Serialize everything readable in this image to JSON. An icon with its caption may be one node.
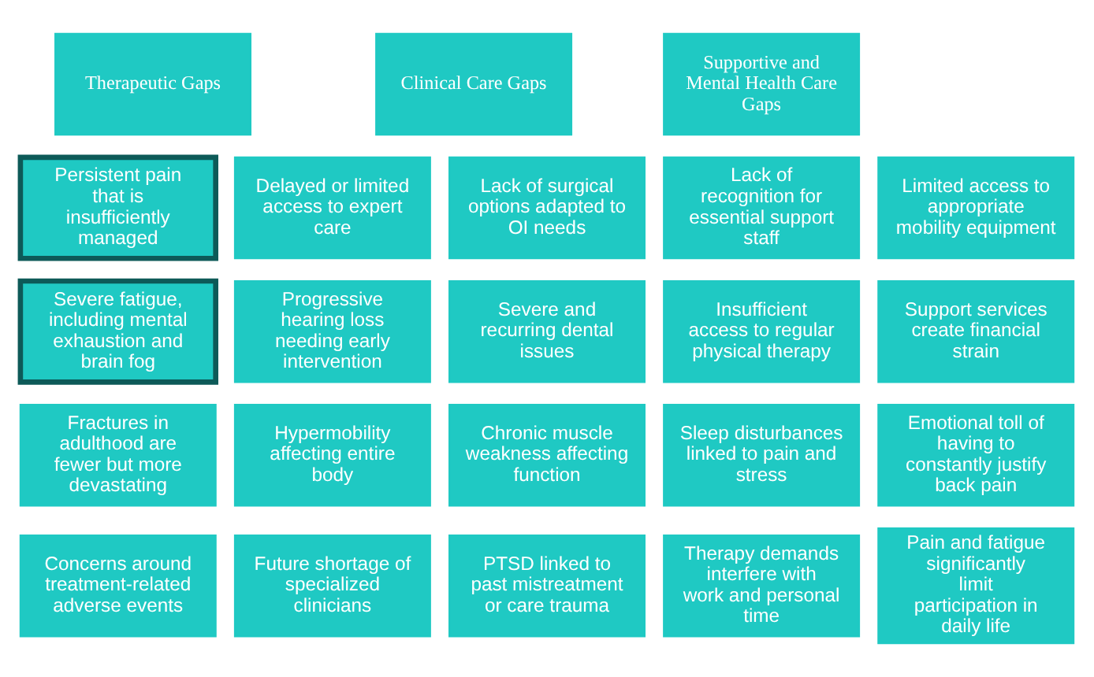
{
  "diagram": {
    "nodes": [
      {
        "text": [
          "Therapeutic Gaps"
        ]
      },
      {
        "text": [
          "Clinical Care Gaps"
        ]
      },
      {
        "text": [
          "Supportive and Mental Health Care Gaps"
        ]
      },
      {
        "text": [
          "Persistent pain that is insufficiently managed"
        ]
      },
      {
        "text": [
          "Delayed or limited access to expert care"
        ]
      },
      {
        "text": [
          "Lack of surgical options adapted to OI needs"
        ]
      },
      {
        "text": [
          "Lack of recognition for essential support staff"
        ]
      },
      {
        "text": [
          "Limited access to appropriate mobility equipment"
        ]
      },
      {
        "text": [
          "Severe fatigue, including mental exhaustion and brain fog"
        ]
      },
      {
        "text": [
          "Progressive hearing loss needing early intervention"
        ]
      },
      {
        "text": [
          "Severe and recurring dental issues"
        ]
      },
      {
        "text": [
          "Insufficient access to regular physical therapy"
        ]
      },
      {
        "text": [
          "Support services create financial strain"
        ]
      },
      {
        "text": [
          "Fractures in adulthood are fewer but more devastating"
        ]
      },
      {
        "text": [
          "Hypermobility affecting entire body"
        ]
      },
      {
        "text": [
          "Chronic muscle weakness affecting function"
        ]
      },
      {
        "text": [
          "Sleep disturbances linked to pain and stress"
        ]
      },
      {
        "text": [
          "Emotional toll of having to constantly justify back pain"
        ]
      },
      {
        "text": [
          "Concerns around treatment-related adverse events"
        ]
      },
      {
        "text": [
          "Future shortage of specialized clinicians"
        ]
      },
      {
        "text": [
          "PTSD linked to past mistreatment or care trauma"
        ]
      },
      {
        "text": [
          "Therapy demands interfere with work and personal time"
        ]
      },
      {
        "text": [
          "Pain and fatigue significantly limit participation in daily life"
        ]
      }
    ],
    "edges": []
  }
}
